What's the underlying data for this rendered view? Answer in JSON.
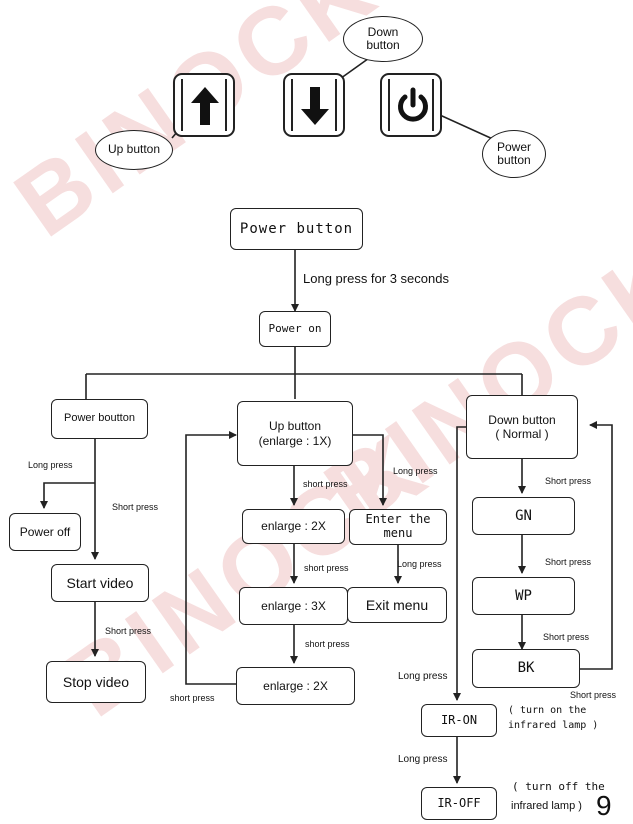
{
  "watermark": "BINOCK",
  "buttons": {
    "up_label": "Up button",
    "down_label": "Down\nbutton",
    "power_label": "Power\nbutton"
  },
  "flow": {
    "power_button": "Power button",
    "long_press_3s": "Long press for 3 seconds",
    "power_on": "Power on",
    "left": {
      "power_button": "Power boutton",
      "long_press": "Long press",
      "short_press": "Short press",
      "power_off": "Power off",
      "start_video": "Start video",
      "short_press_2": "Short press",
      "stop_video": "Stop video"
    },
    "middle": {
      "up_button": "Up button\n(enlarge : 1X)",
      "short_press_1": "short press",
      "enlarge_2x": "enlarge : 2X",
      "short_press_2": "short press",
      "enlarge_3x": "enlarge : 3X",
      "short_press_3": "short press",
      "enlarge_2x_b": "enlarge : 2X",
      "short_press_back": "short press",
      "long_press": "Long press",
      "enter_menu": "Enter the\nmenu",
      "long_press_2": "Long press",
      "exit_menu": "Exit menu"
    },
    "right": {
      "down_button": "Down button\n( Normal )",
      "short_press_1": "Short press",
      "gn": "GN",
      "short_press_2": "Short press",
      "wp": "WP",
      "short_press_3": "Short press",
      "bk": "BK",
      "short_press_back": "Short press",
      "long_press_1": "Long press",
      "ir_on": "IR-ON",
      "ir_on_note": "( turn on the\ninfrared lamp )",
      "long_press_2": "Long press",
      "ir_off": "IR-OFF",
      "ir_off_note_1": "( turn off the",
      "ir_off_note_2": "infrared lamp )"
    }
  },
  "page_number": "9"
}
